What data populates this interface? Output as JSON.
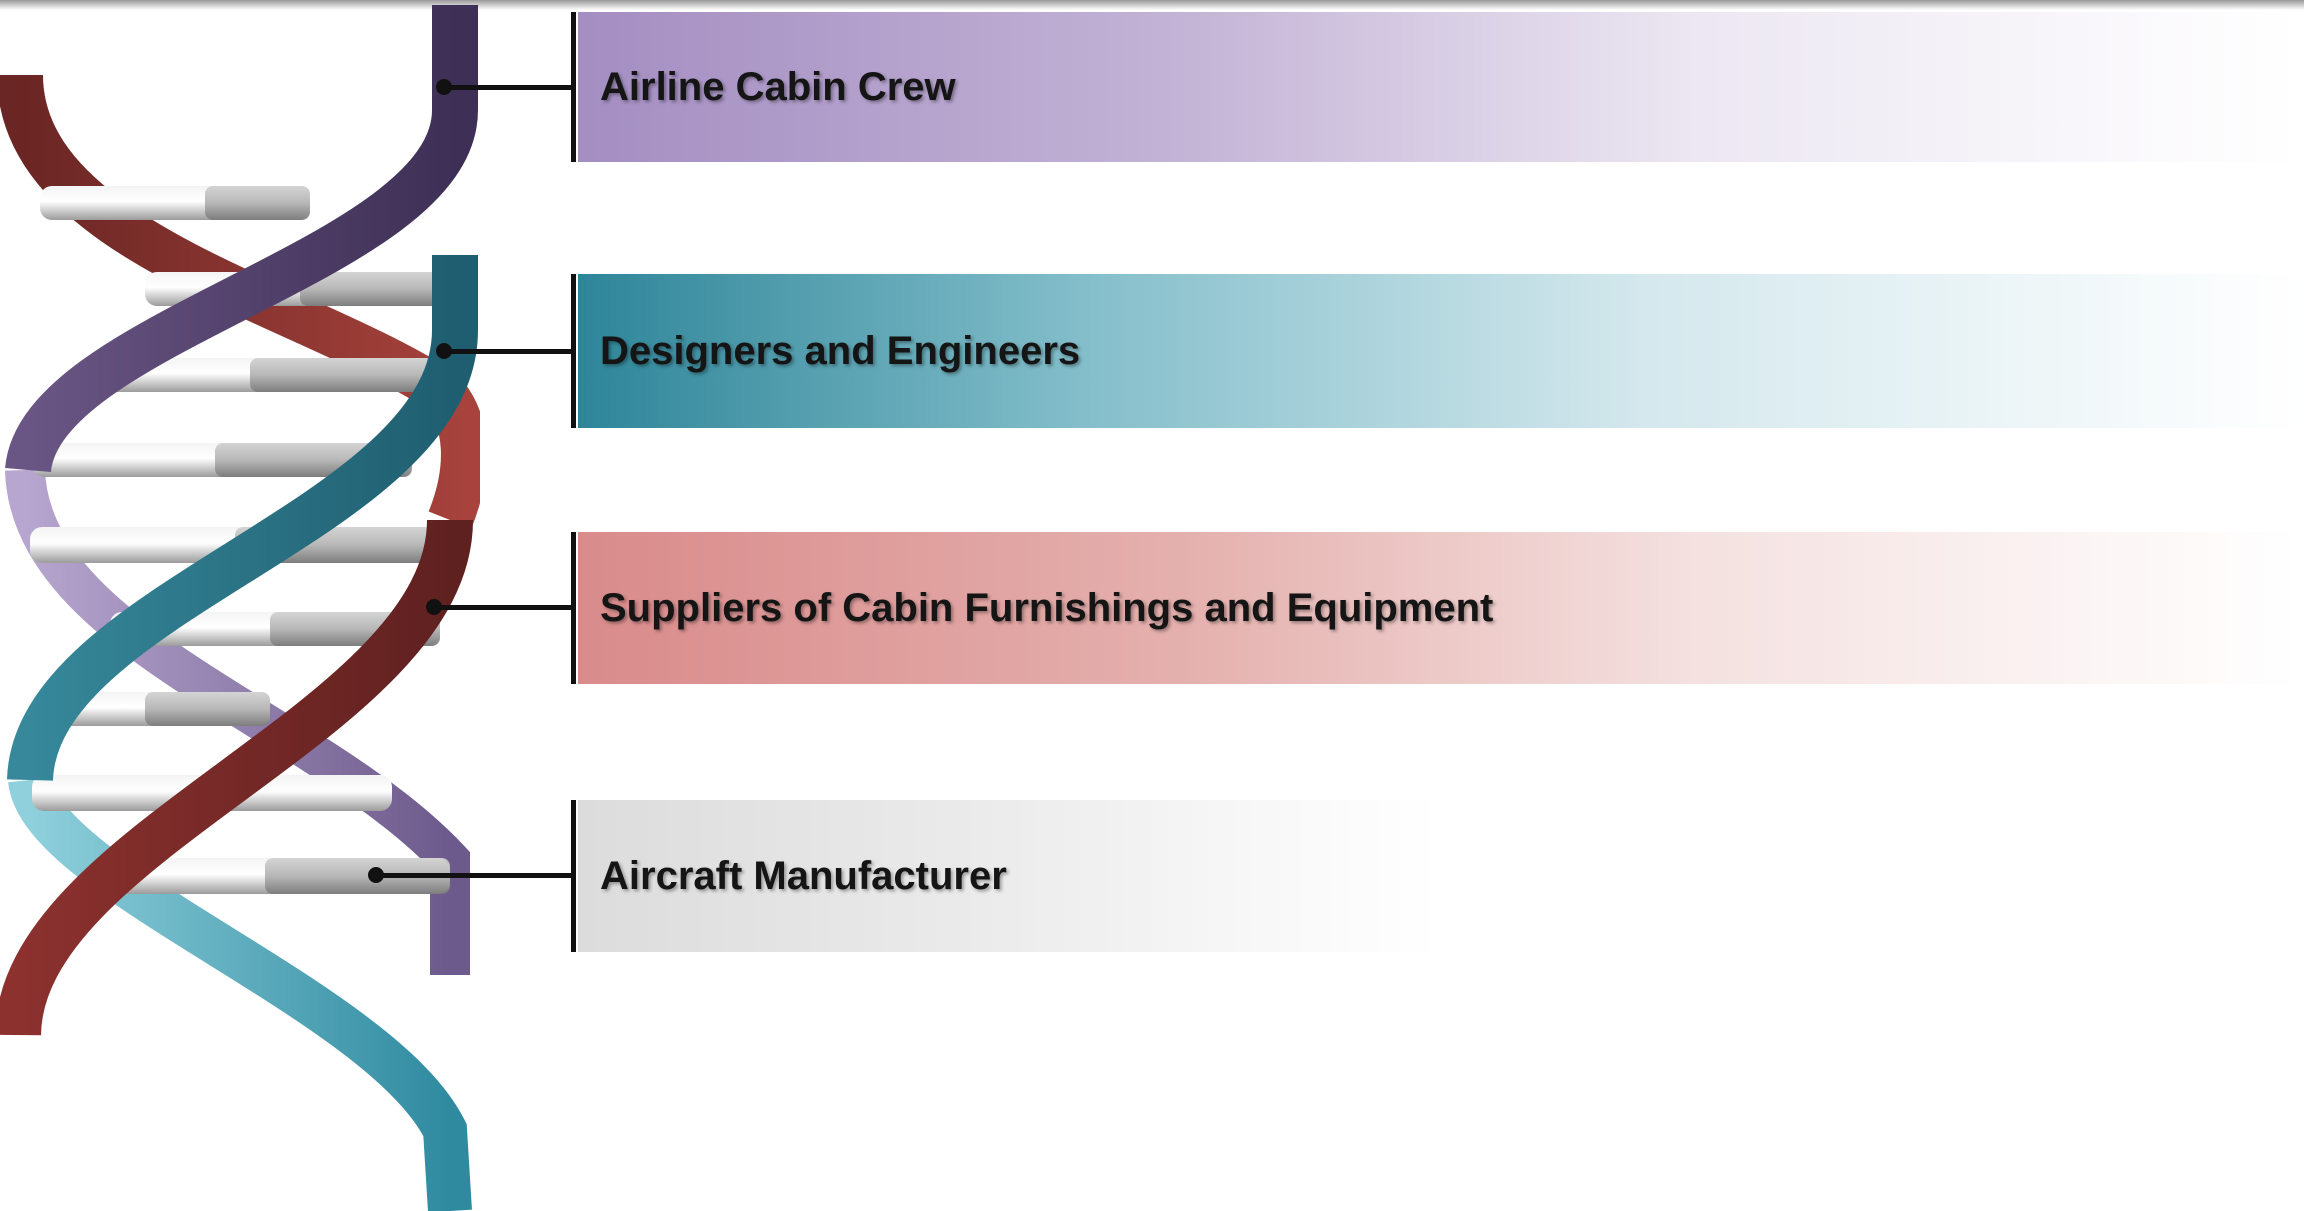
{
  "diagram": {
    "items": [
      {
        "label": "Airline Cabin Crew",
        "color": "#a48ec2"
      },
      {
        "label": "Designers and Engineers",
        "color": "#2e8599"
      },
      {
        "label": "Suppliers of Cabin Furnishings and Equipment",
        "color": "#d98b8b"
      },
      {
        "label": "Aircraft Manufacturer",
        "color": "#dcdcdc"
      }
    ],
    "helix": {
      "strand_colors": [
        "#4a3a63",
        "#2b7486",
        "#7a2a28"
      ],
      "rung_color": "#c8c8c8"
    }
  }
}
